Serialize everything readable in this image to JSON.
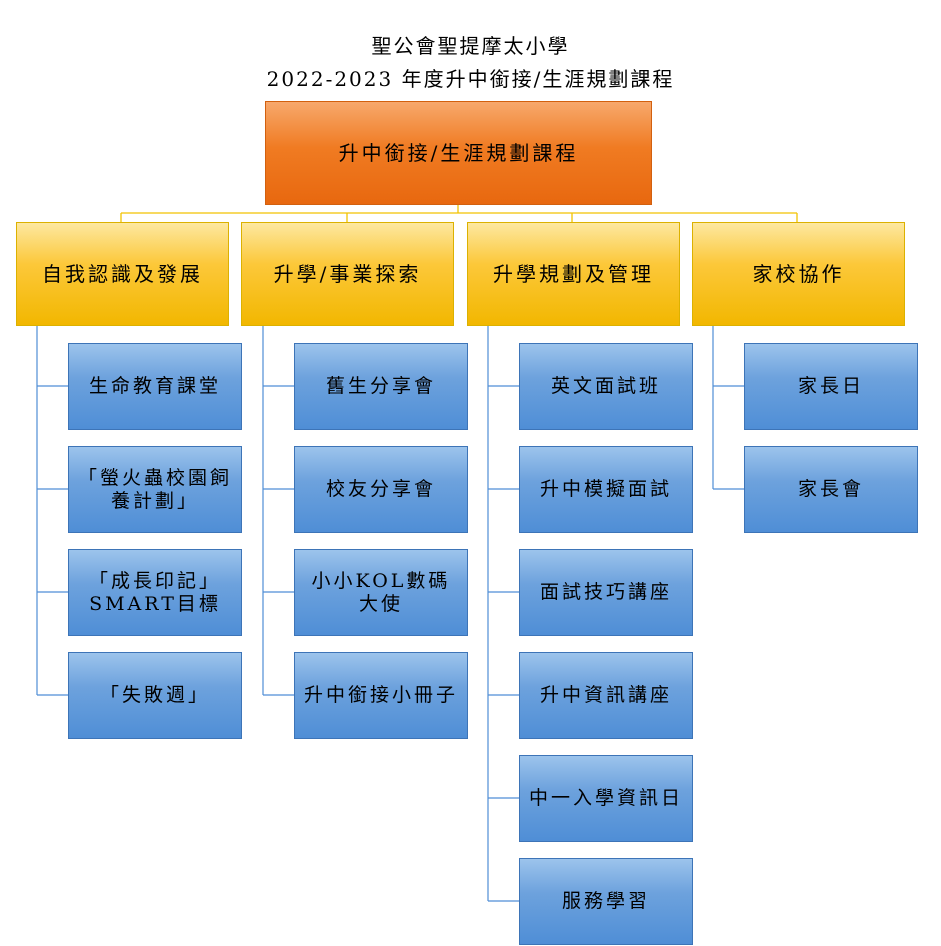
{
  "header": {
    "line1": "聖公會聖提摩太小學",
    "line2": "2022-2023 年度升中銜接/生涯規劃課程"
  },
  "root": {
    "label": "升中銜接/生涯規劃課程"
  },
  "categories": [
    {
      "label": "自我認識及發展",
      "items": [
        "生命教育課堂",
        "「螢火蟲校園飼養計劃」",
        "「成長印記」SMART目標",
        "「失敗週」"
      ]
    },
    {
      "label": "升學/事業探索",
      "items": [
        "舊生分享會",
        "校友分享會",
        "小小KOL數碼大使",
        "升中銜接小冊子"
      ]
    },
    {
      "label": "升學規劃及管理",
      "items": [
        "英文面試班",
        "升中模擬面試",
        "面試技巧講座",
        "升中資訊講座",
        "中一入學資訊日",
        "服務學習"
      ]
    },
    {
      "label": "家校協作",
      "items": [
        "家長日",
        "家長會"
      ]
    }
  ],
  "colors": {
    "root_fill": "#ef7a22",
    "category_fill": "#fcc83a",
    "leaf_fill": "#5b9bd5",
    "connector_top": "#f2c200",
    "connector_side": "#4f8ed6"
  }
}
